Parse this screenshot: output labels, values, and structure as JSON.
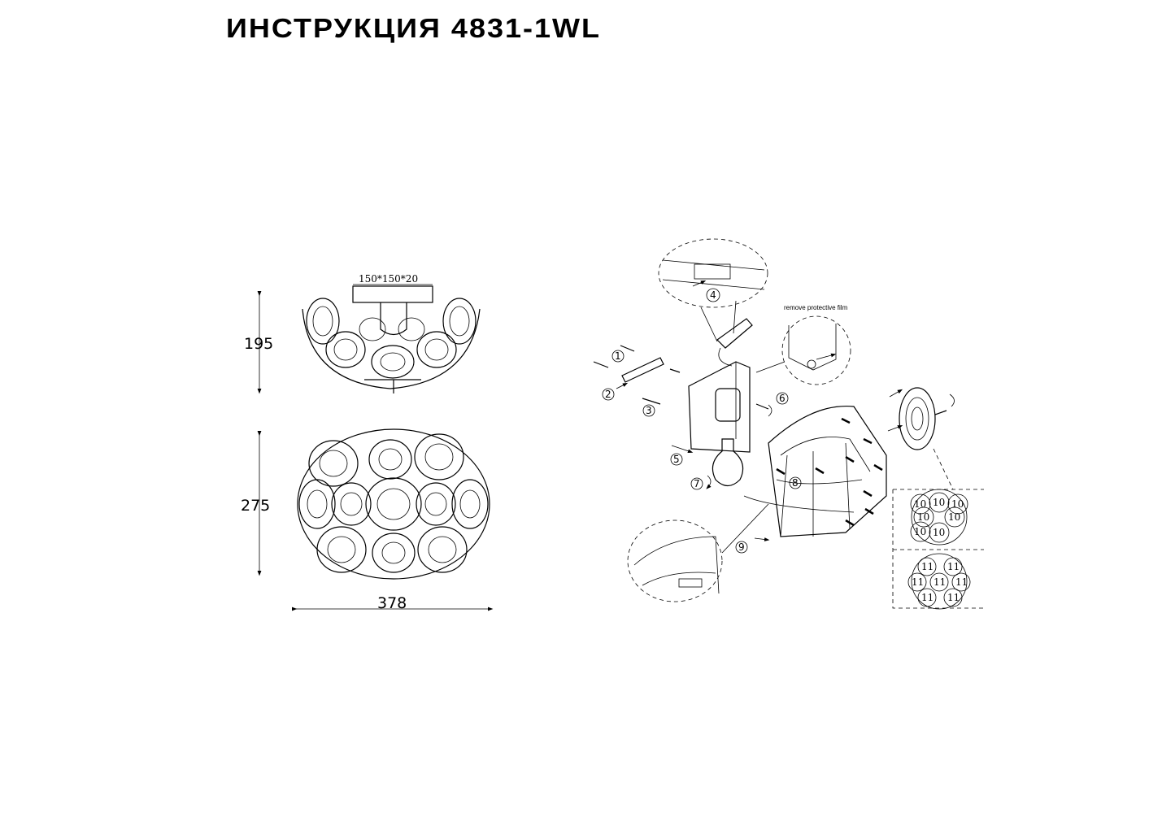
{
  "title": "ИНСТРУКЦИЯ 4831-1WL",
  "dimensions": {
    "plate": "150*150*20",
    "height_side": "195",
    "height_front": "275",
    "width": "378"
  },
  "assembly": {
    "note": "remove protective film",
    "steps": [
      "1",
      "2",
      "3",
      "4",
      "5",
      "6",
      "7",
      "8",
      "9"
    ],
    "detail_upper_labels": [
      "10",
      "10",
      "10",
      "10",
      "10",
      "10",
      "10"
    ],
    "detail_lower_labels": [
      "11",
      "11",
      "11",
      "11",
      "11",
      "11",
      "11"
    ]
  }
}
